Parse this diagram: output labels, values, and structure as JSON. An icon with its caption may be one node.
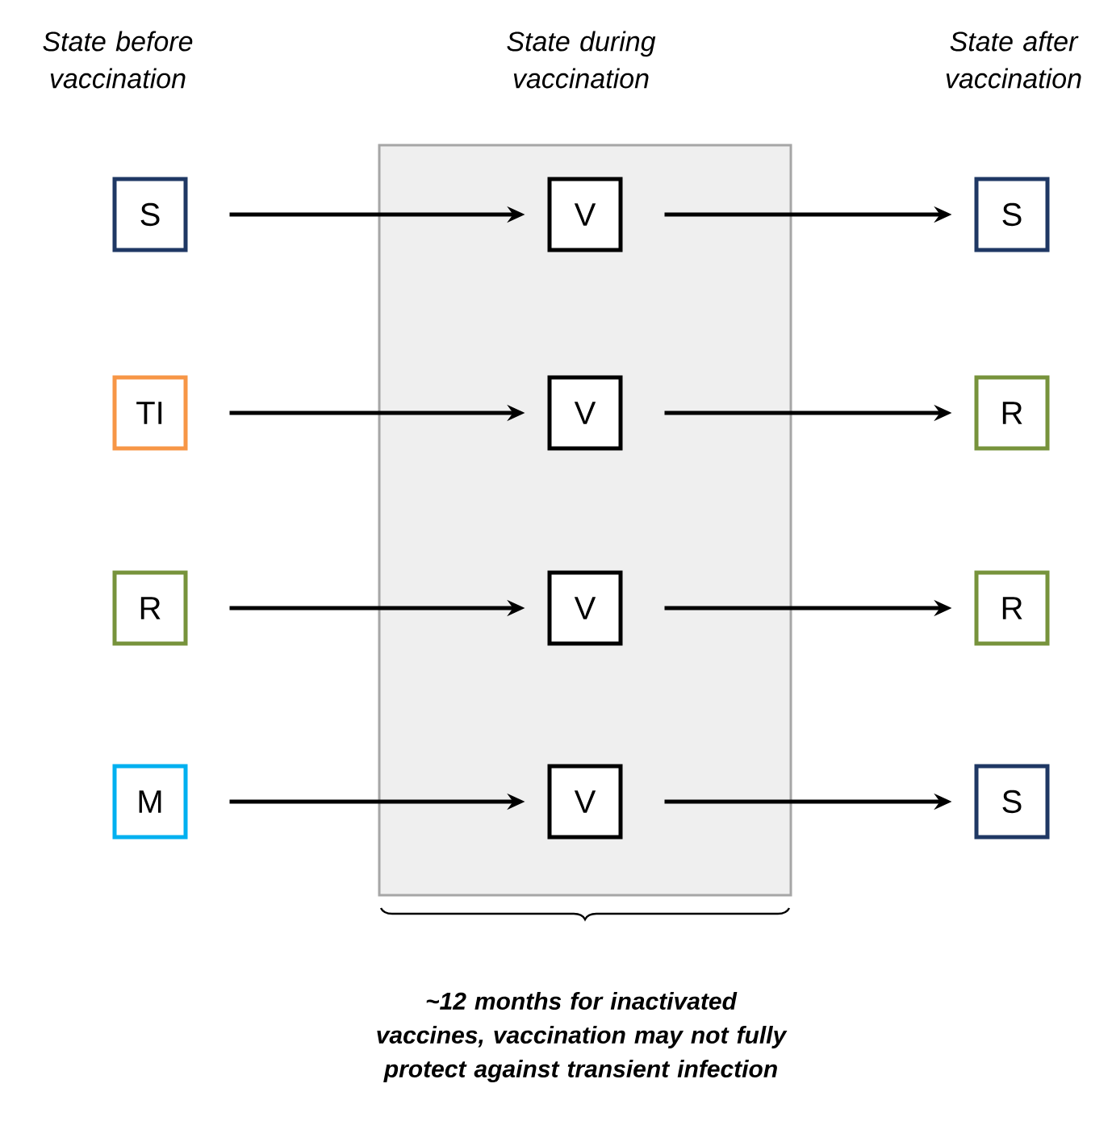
{
  "diagram": {
    "nodes": [
      {
        "text": [],
        "shape": "box"
      },
      {
        "text": [
          "S"
        ]
      },
      {
        "text": [
          "V"
        ],
        "in": 0
      },
      {
        "text": [
          "S"
        ]
      },
      {
        "text": [
          "TI"
        ]
      },
      {
        "text": [
          "V"
        ],
        "in": 0
      },
      {
        "text": [
          "R"
        ]
      },
      {
        "text": [
          "R"
        ]
      },
      {
        "text": [
          "V"
        ],
        "in": 0
      },
      {
        "text": [
          "R"
        ]
      },
      {
        "text": [
          "M"
        ]
      },
      {
        "text": [
          "V"
        ],
        "in": 0
      },
      {
        "text": [
          "S"
        ]
      }
    ],
    "edges": [
      {
        "from": 1,
        "to": 2,
        "arrow": "to"
      },
      {
        "from": 2,
        "to": 3,
        "arrow": "to"
      },
      {
        "from": 4,
        "to": 5,
        "arrow": "to"
      },
      {
        "from": 5,
        "to": 6,
        "arrow": "to"
      },
      {
        "from": 7,
        "to": 8,
        "arrow": "to"
      },
      {
        "from": 8,
        "to": 9,
        "arrow": "to"
      },
      {
        "from": 10,
        "to": 11,
        "arrow": "to"
      },
      {
        "from": 11,
        "to": 12,
        "arrow": "to"
      }
    ],
    "labels": [
      "State before vaccination",
      "State during vaccination",
      "State after vaccination",
      "~12 months for inactivated vaccines, vaccination may not fully protect against transient infection"
    ]
  }
}
